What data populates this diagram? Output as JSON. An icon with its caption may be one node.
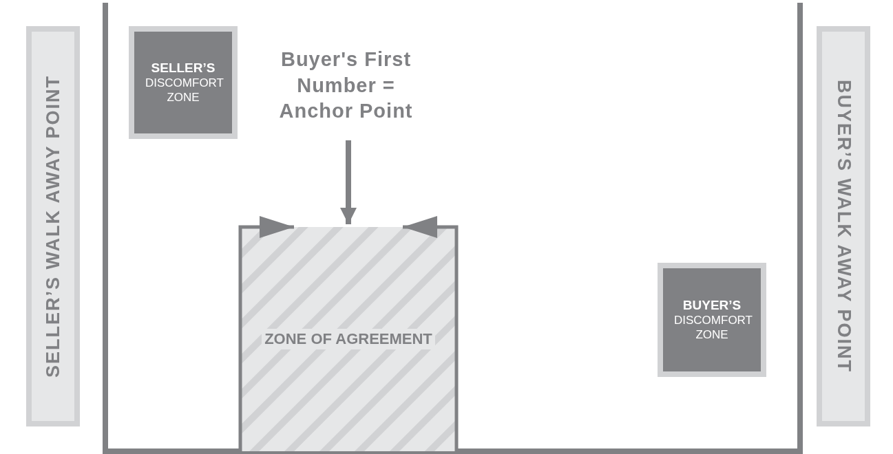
{
  "diagram": {
    "nodes": [
      {
        "text": [
          "SELLER’S WALK AWAY POINT"
        ]
      },
      {
        "text": [
          "SELLER’S",
          "DISCOMFORT ZONE"
        ]
      },
      {
        "text": [
          "Buyer's First Number = Anchor Point"
        ]
      },
      {
        "text": [
          "ZONE OF AGREEMENT"
        ]
      },
      {
        "text": [
          "BUYER’S",
          "DISCOMFORT ZONE"
        ]
      },
      {
        "text": [
          "BUYER’S WALK AWAY POINT"
        ]
      }
    ],
    "edges": [
      {
        "from": 2,
        "to": 3,
        "arrow": "to"
      }
    ]
  }
}
